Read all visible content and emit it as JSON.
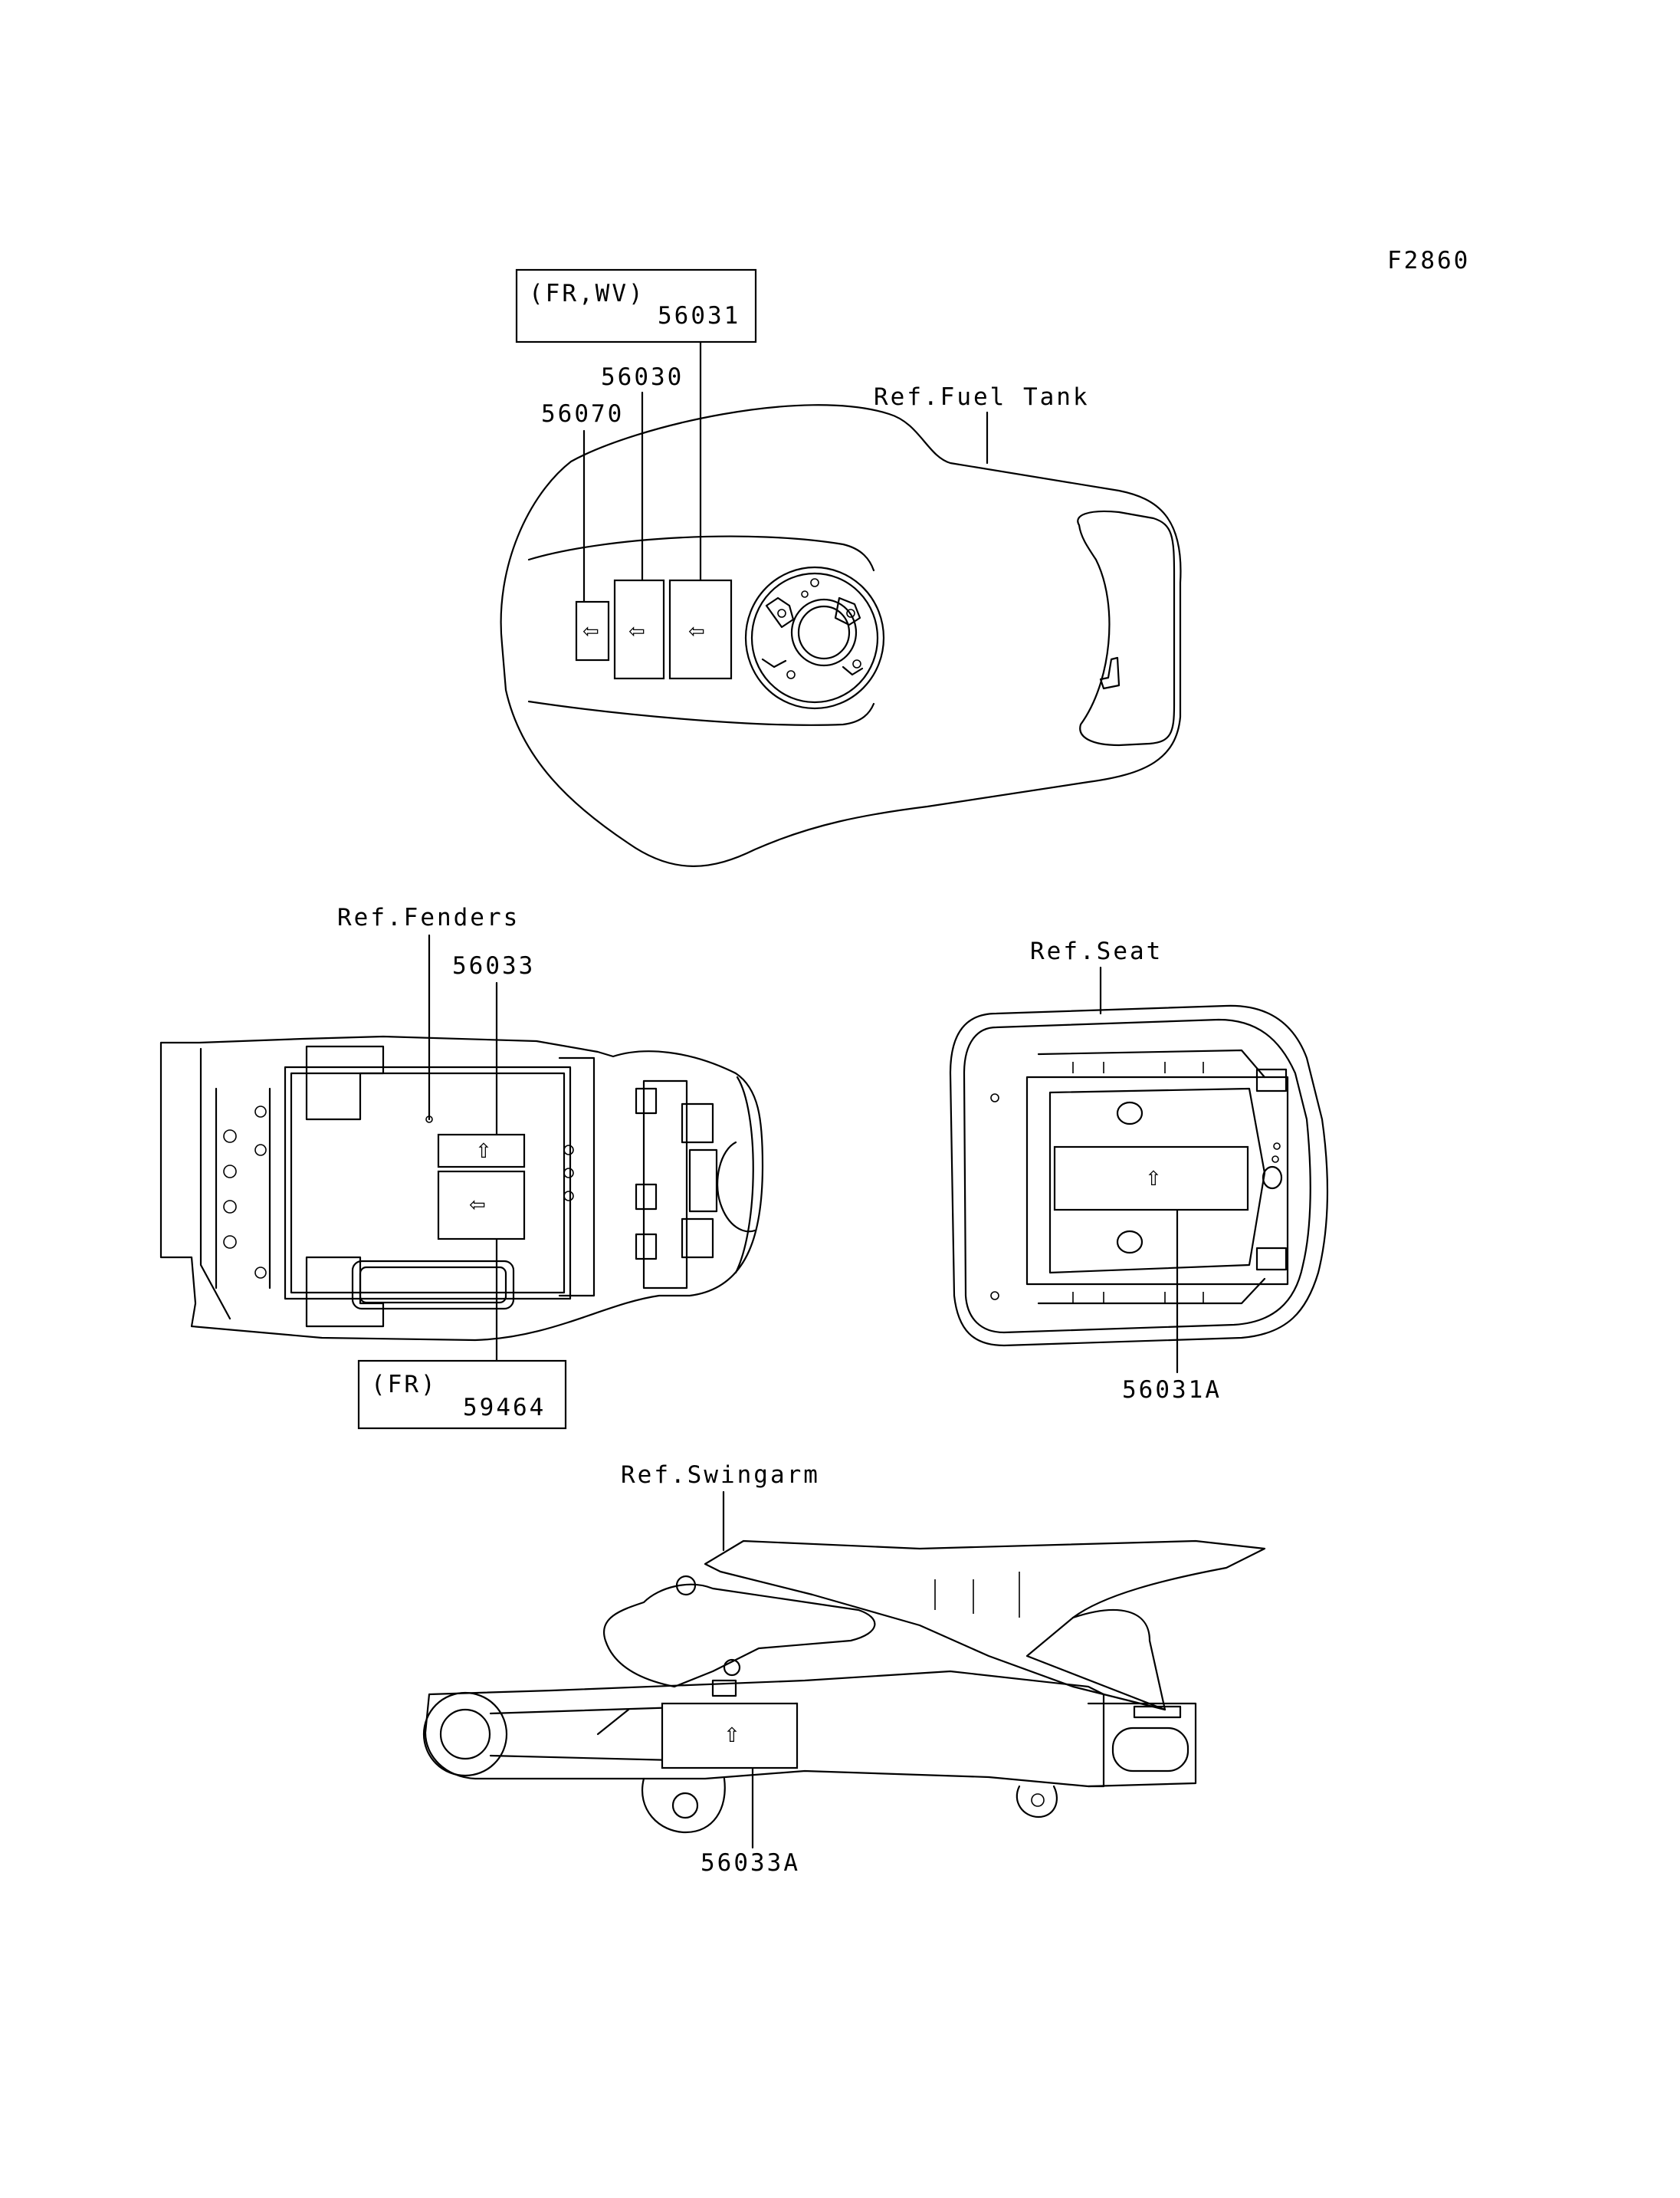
{
  "figure_code": "F2860",
  "fuel_tank": {
    "ref_label": "Ref.Fuel Tank",
    "group_label": "(FR,WV)",
    "part_56031": "56031",
    "part_56030": "56030",
    "part_56070": "56070"
  },
  "fenders": {
    "ref_label": "Ref.Fenders",
    "part_56033": "56033",
    "group_label": "(FR)",
    "part_59464": "59464"
  },
  "seat": {
    "ref_label": "Ref.Seat",
    "part_56031A": "56031A"
  },
  "swingarm": {
    "ref_label": "Ref.Swingarm",
    "part_56033A": "56033A"
  },
  "label_arrows": {
    "left": "⇦",
    "up": "⇧"
  }
}
